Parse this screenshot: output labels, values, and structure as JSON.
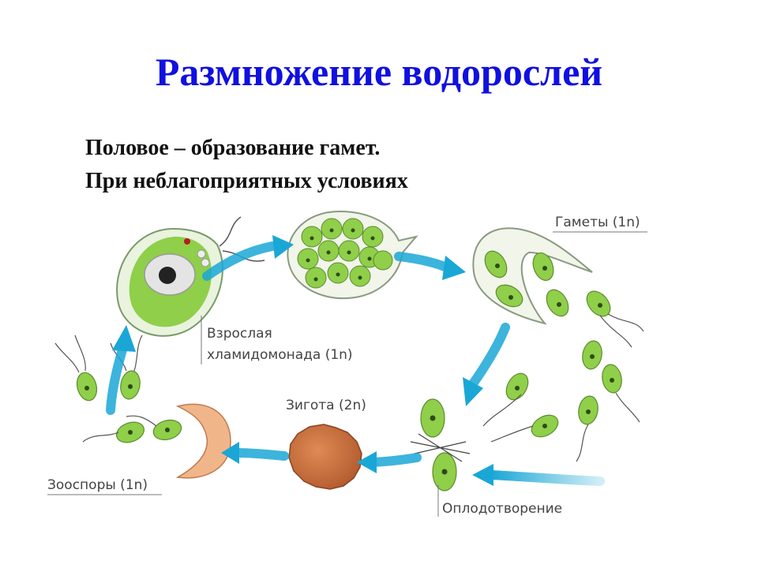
{
  "title": "Размножение водорослей",
  "text_lines": [
    "Половое – образование гамет.",
    "При неблагоприятных условиях"
  ],
  "labels": {
    "gametes": "Гаметы (1n)",
    "adult_line1": "Взрослая",
    "adult_line2": "хламидомонада (1n)",
    "zygote": "Зигота (2n)",
    "zoospores": "Зооспоры (1n)",
    "fertilization": "Оплодотворение"
  },
  "colors": {
    "title": "#1010e0",
    "arrow": "#1aa7d6",
    "cell_fill": "#8fcf4a",
    "zygote_fill": "#c46a3a"
  }
}
